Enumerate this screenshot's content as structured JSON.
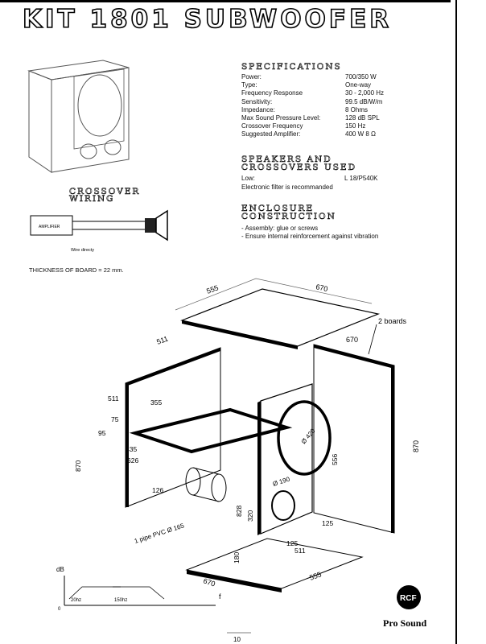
{
  "title": "KIT 1801 SUBWOOFER",
  "specifications": {
    "heading": "SPECIFICATIONS",
    "rows": [
      {
        "label": "Power:",
        "value": "700/350 W"
      },
      {
        "label": "Type:",
        "value": "One-way"
      },
      {
        "label": "Frequency Response",
        "value": "30 - 2,000 Hz"
      },
      {
        "label": "Sensitivity:",
        "value": "99.5 dB/W/m"
      },
      {
        "label": "Impedance:",
        "value": "8 Ohms"
      },
      {
        "label": "Max Sound Pressure Level:",
        "value": "128 dB SPL"
      },
      {
        "label": "Crossover Frequency",
        "value": "150 Hz"
      },
      {
        "label": "Suggested Amplifier:",
        "value": "400 W 8 Ω"
      }
    ]
  },
  "speakers": {
    "heading_line1": "SPEAKERS AND",
    "heading_line2": "CROSSOVERS USED",
    "low_label": "Low:",
    "low_value": "L 18/P540K",
    "note": "Electronic filter is recommanded"
  },
  "enclosure": {
    "heading_line1": "ENCLOSURE",
    "heading_line2": "CONSTRUCTION",
    "items": [
      "- Assembly: glue or screws",
      "- Ensure internal reinforcement against vibration"
    ]
  },
  "crossover": {
    "heading_line1": "CROSSOVER",
    "heading_line2": "WIRING",
    "amp_label": "AMPLIFIER",
    "wire_label": "Wire directy"
  },
  "thickness_note": "THICKNESS OF BOARD = 22 mm.",
  "dimensions": {
    "d555_top": "555",
    "d670_top": "670",
    "d670_side": "670",
    "two_boards": "2 boards",
    "d511_back": "511",
    "d511_shelf": "511",
    "d355": "355",
    "d75": "75",
    "d95": "95",
    "d435": "435",
    "d626": "626",
    "d870_left": "870",
    "d870_right": "870",
    "d556": "556",
    "d420": "Ø 420",
    "d126_tube": "126",
    "d190": "Ø 190",
    "d828": "828",
    "d320": "320",
    "d180": "180",
    "d125_a": "125",
    "d125_b": "125",
    "d511_bottom": "511",
    "d670_bottom": "670",
    "d555_bottom": "555",
    "pipe": "1 pipe PVC Ø 165"
  },
  "response_graph": {
    "y_label": "dB",
    "x_label": "f",
    "origin": "0",
    "tick1": "20hz",
    "tick2": "150hz"
  },
  "brand": {
    "logo": "RCF",
    "name": "Pro Sound"
  },
  "page_number": "10"
}
